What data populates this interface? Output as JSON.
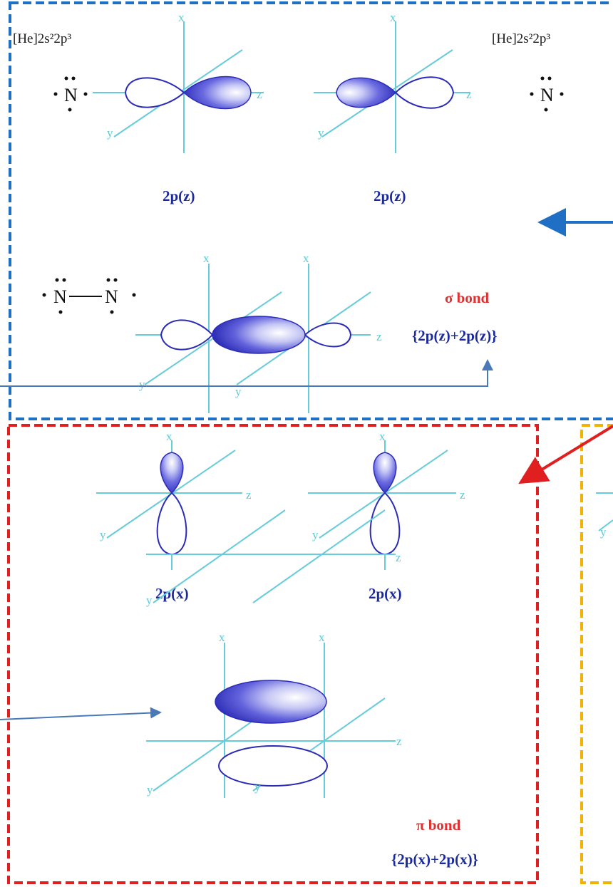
{
  "colors": {
    "sigma_frame": "#1f6fc4",
    "pi_frame": "#e02020",
    "third_frame": "#f0b400",
    "axis": "#66ccd9",
    "orbital": "#2b2bb8",
    "bond_label": "#e03030",
    "orbital_label": "#1a2a9e",
    "pointer_arrow": "#4a79b8"
  },
  "sigma": {
    "config_left": "[He]2s²2p³",
    "config_right": "[He]2s²2p³",
    "atom_left": "N",
    "atom_right": "N",
    "orbital_left": "2p(z)",
    "orbital_right": "2p(z)",
    "molecule_left_atom": "N",
    "molecule_right_atom": "N",
    "bond_title": "σ bond",
    "bond_formula": "{2p(z)+2p(z)}"
  },
  "pi": {
    "orbital_left": "2p(x)",
    "orbital_right": "2p(x)",
    "bond_title": "π bond",
    "bond_formula": "{2p(x)+2p(x)}"
  },
  "axes": {
    "x": "x",
    "y": "y",
    "z": "z"
  },
  "right_panel_partial": {
    "y_label": "y"
  }
}
